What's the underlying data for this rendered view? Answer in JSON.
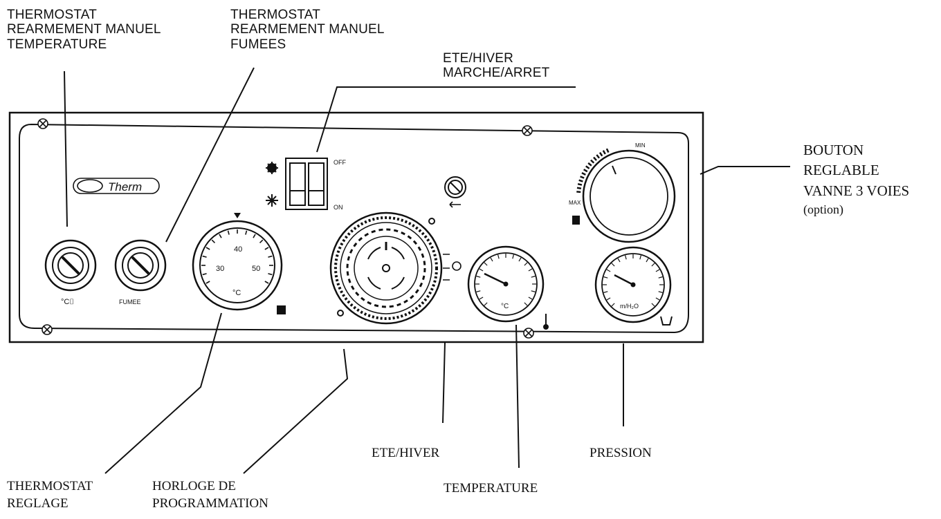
{
  "labels": {
    "thermostat_temp": [
      "THERMOSTAT",
      "REARMEMENT MANUEL",
      "TEMPERATURE"
    ],
    "thermostat_fumees": [
      "THERMOSTAT",
      "REARMEMENT MANUEL",
      "FUMEES"
    ],
    "ete_hiver_switch": [
      "ETE/HIVER",
      "MARCHE/ARRET"
    ],
    "bouton_vanne": [
      "BOUTON",
      "REGLABLE",
      "VANNE 3 VOIES",
      "(option)"
    ],
    "thermostat_reglage": [
      "THERMOSTAT",
      "REGLAGE"
    ],
    "horloge": [
      "HORLOGE DE",
      "PROGRAMMATION"
    ],
    "ete_hiver_bottom": "ETE/HIVER",
    "temperature": "TEMPERATURE",
    "pression": "PRESSION"
  },
  "panel": {
    "brand": "Therm",
    "switch_off": "OFF",
    "switch_on": "ON",
    "temp_unit": "°C",
    "pressure_unit": "m/H₂O",
    "fumees_mark": "FUMEE"
  },
  "colors": {
    "ink": "#111111",
    "paper": "#ffffff"
  }
}
